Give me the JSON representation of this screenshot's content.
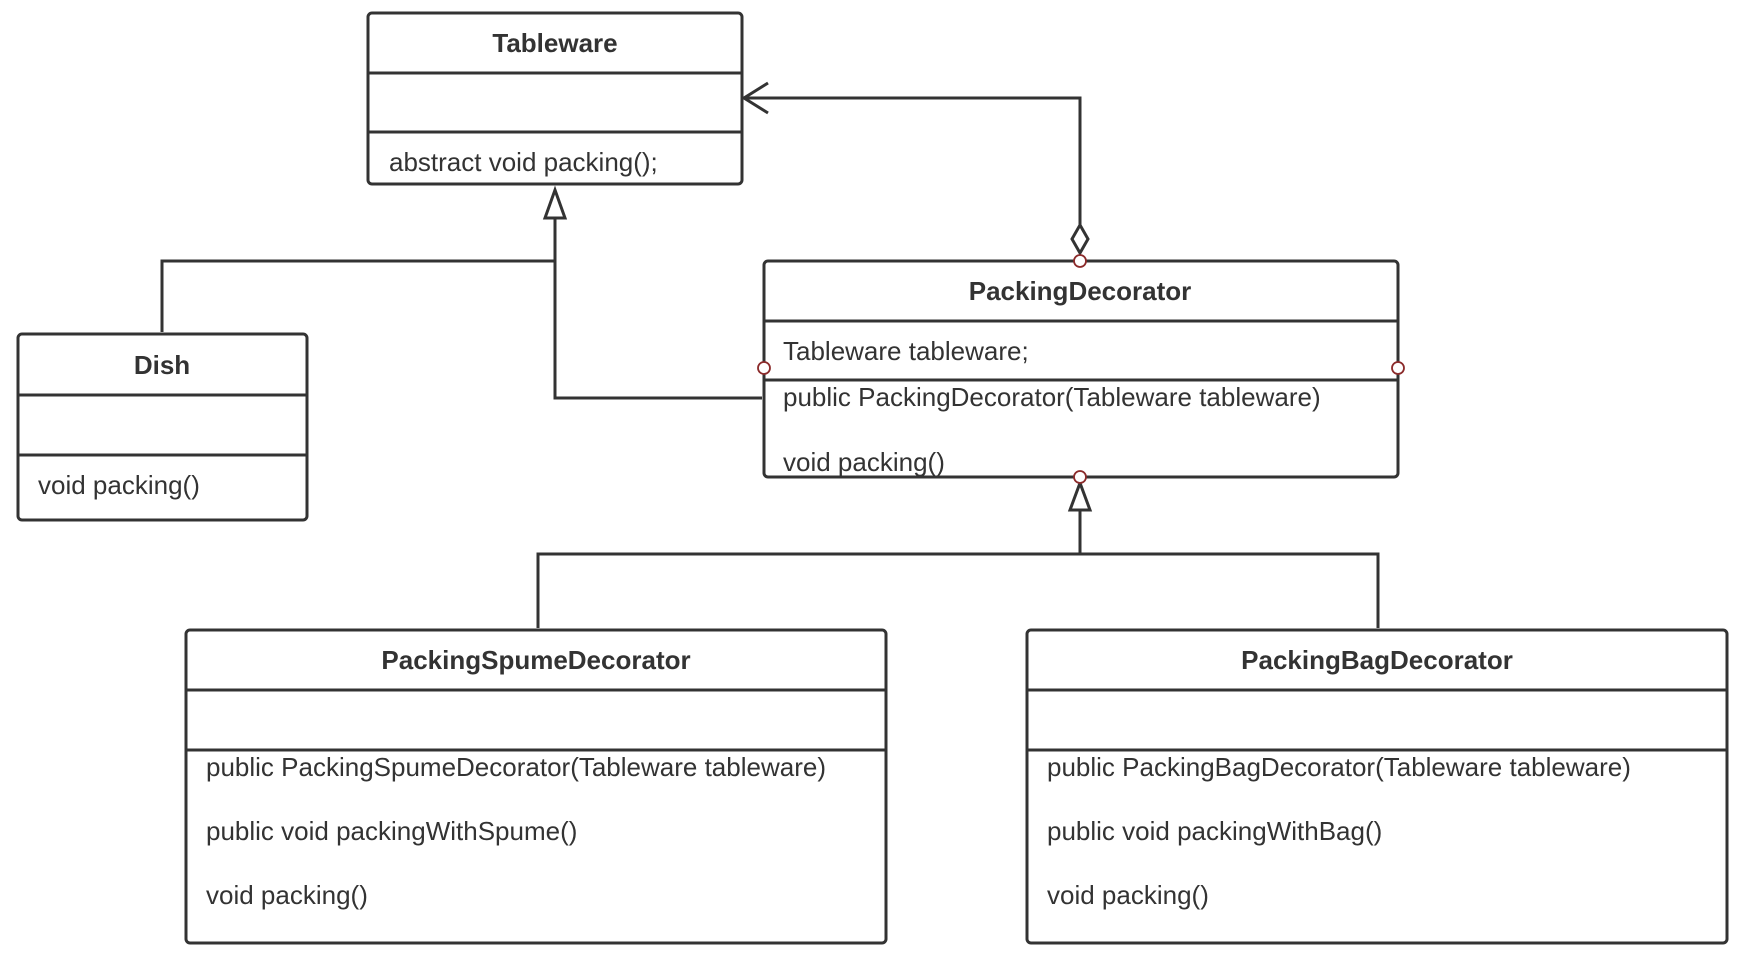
{
  "classes": {
    "tableware": {
      "name": "Tableware",
      "methods": [
        "abstract void packing();"
      ]
    },
    "dish": {
      "name": "Dish",
      "methods": [
        "void packing()"
      ]
    },
    "packing_decorator": {
      "name": "PackingDecorator",
      "attributes": [
        "Tableware tableware;"
      ],
      "methods": [
        "public PackingDecorator(Tableware tableware)",
        "void packing()"
      ]
    },
    "packing_spume_decorator": {
      "name": "PackingSpumeDecorator",
      "methods": [
        "public PackingSpumeDecorator(Tableware tableware)",
        "public void packingWithSpume()",
        "void packing()"
      ]
    },
    "packing_bag_decorator": {
      "name": "PackingBagDecorator",
      "methods": [
        "public PackingBagDecorator(Tableware tableware)",
        "public void packingWithBag()",
        "void packing()"
      ]
    }
  },
  "relationships": [
    {
      "type": "generalization",
      "from": "Dish",
      "to": "Tableware"
    },
    {
      "type": "generalization",
      "from": "PackingDecorator",
      "to": "Tableware"
    },
    {
      "type": "aggregation",
      "from": "PackingDecorator",
      "to": "Tableware"
    },
    {
      "type": "generalization",
      "from": "PackingSpumeDecorator",
      "to": "PackingDecorator"
    },
    {
      "type": "generalization",
      "from": "PackingBagDecorator",
      "to": "PackingDecorator"
    }
  ],
  "colors": {
    "line": "#333333",
    "connection_point": "#8b2a2a",
    "background": "#ffffff"
  }
}
